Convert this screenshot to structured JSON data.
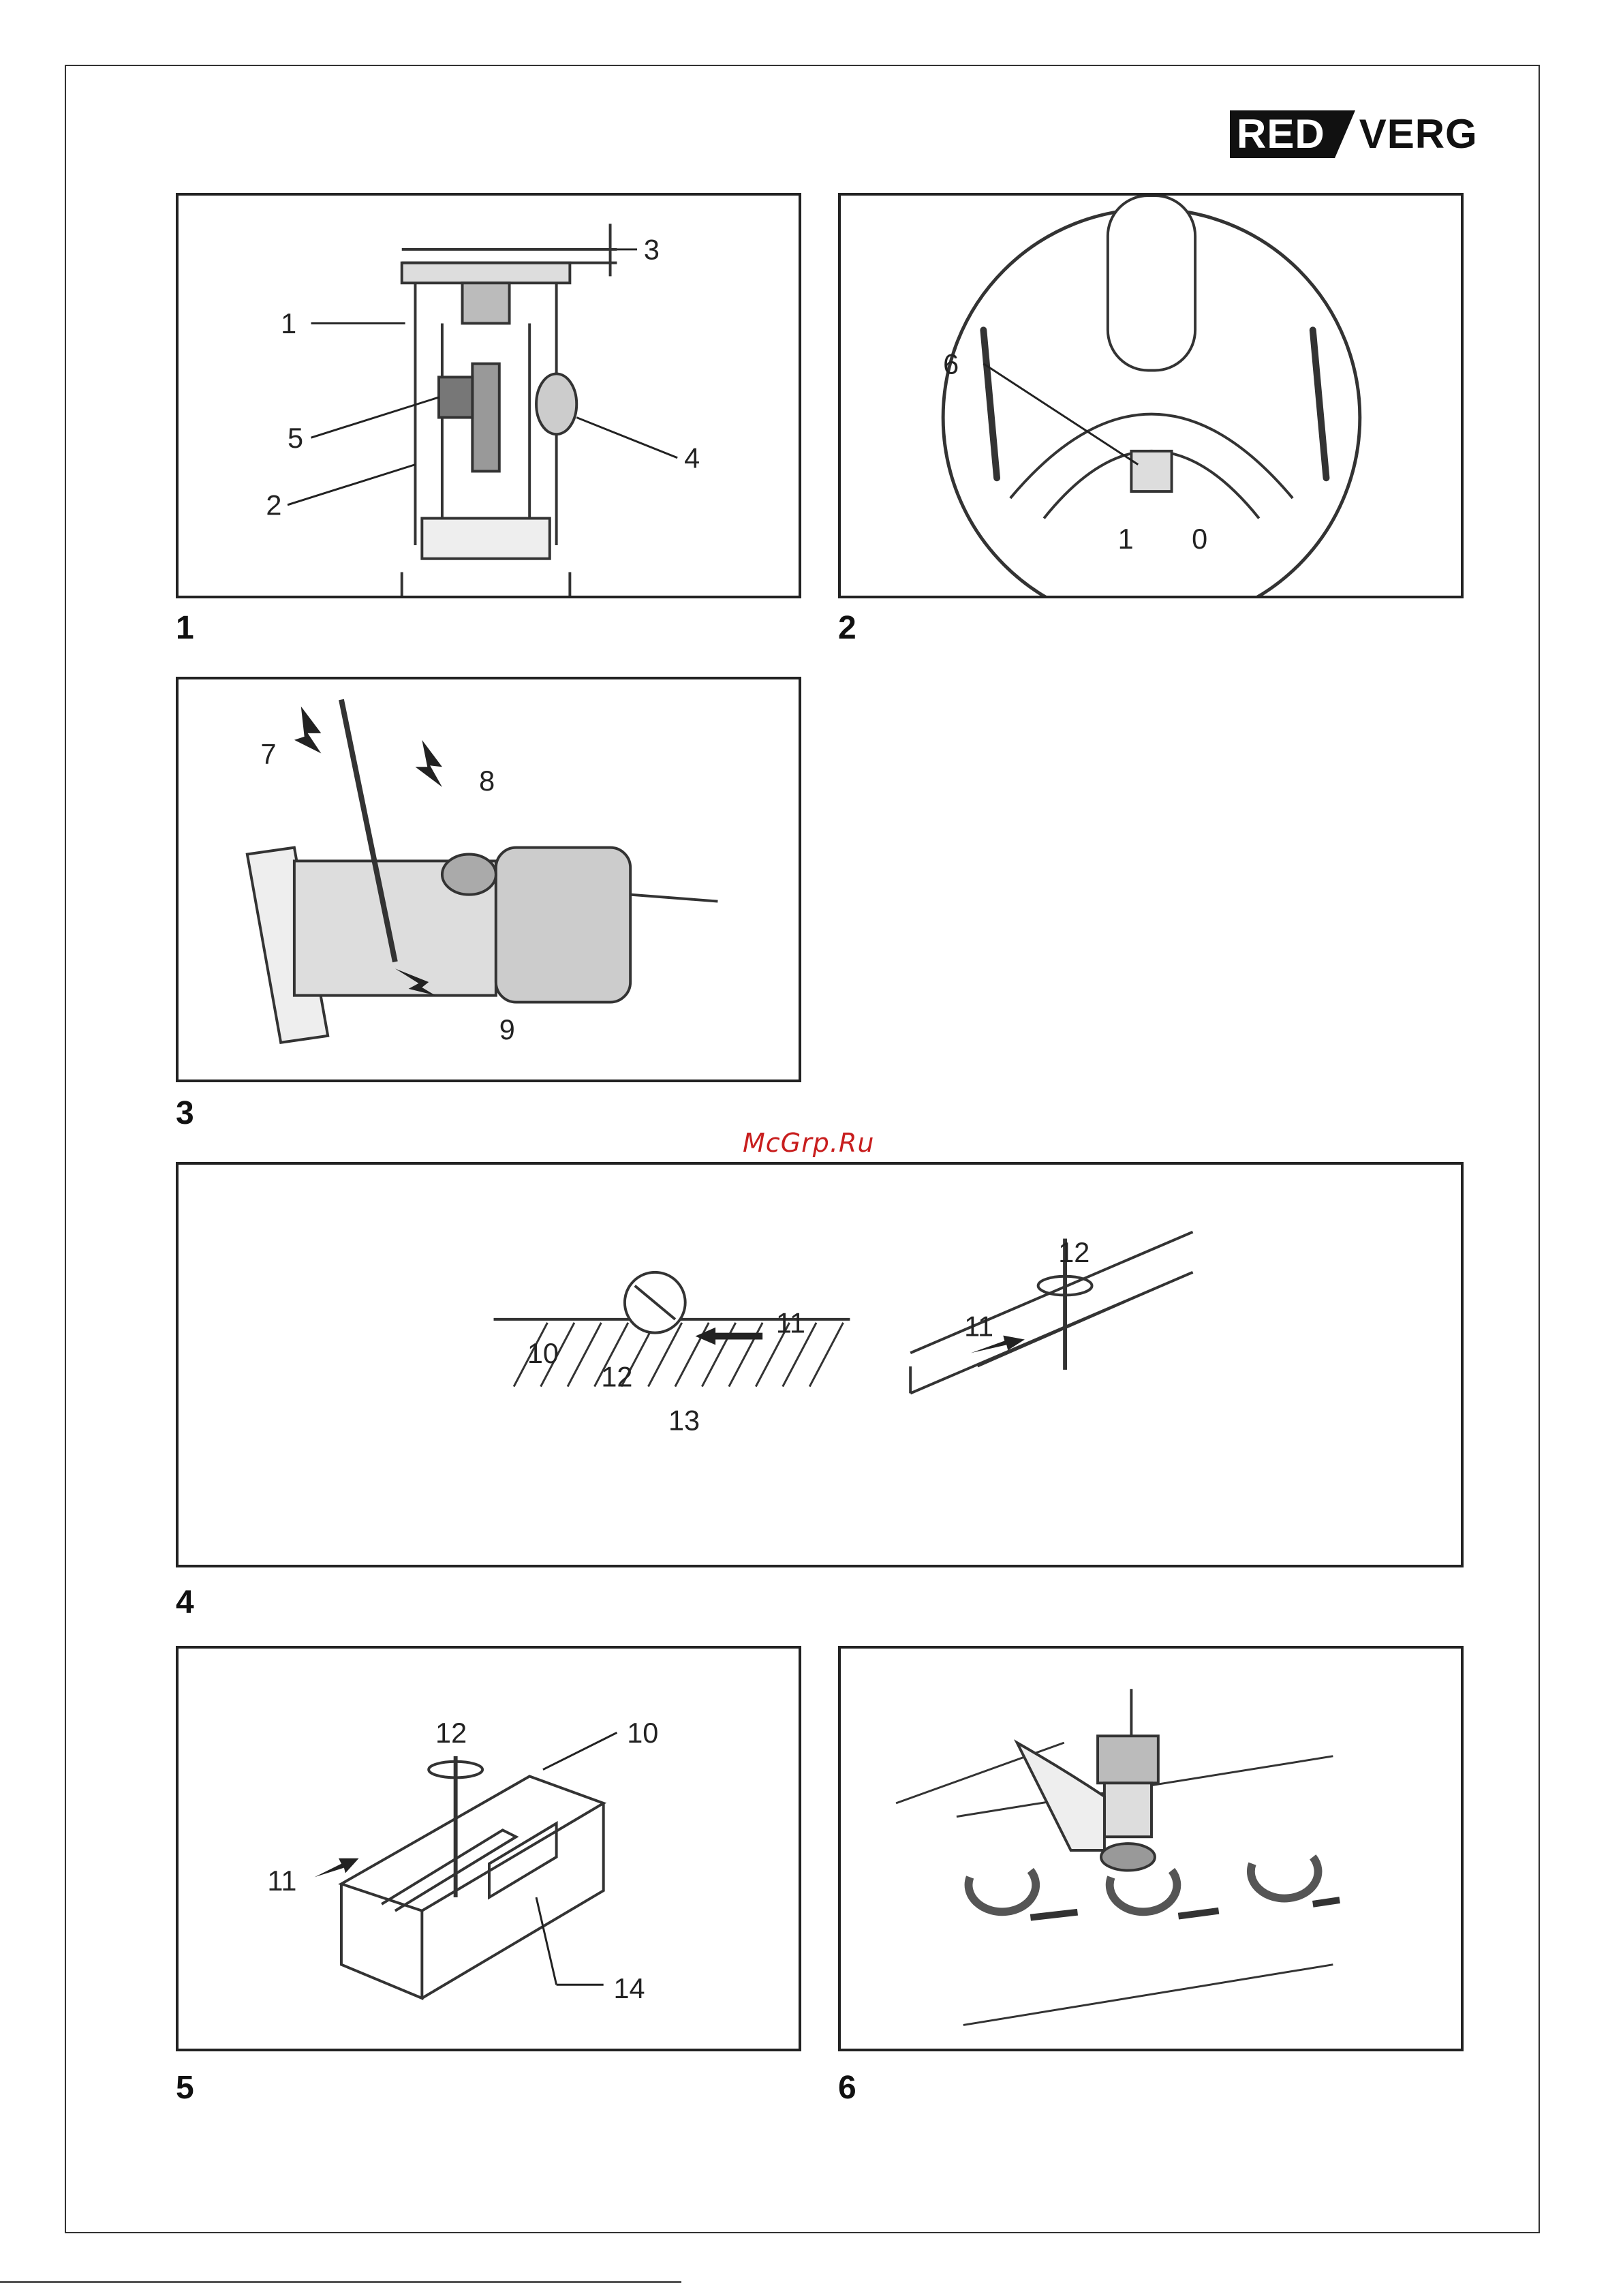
{
  "brand": {
    "left": "RED",
    "right": "VERG"
  },
  "watermark": "McGrp.Ru",
  "figures": [
    {
      "caption": "1",
      "callouts": [
        "1",
        "2",
        "3",
        "4",
        "5"
      ]
    },
    {
      "caption": "2",
      "callouts": [
        "6"
      ],
      "switch_marks": [
        "1",
        "0"
      ]
    },
    {
      "caption": "3",
      "callouts": [
        "7",
        "8",
        "9"
      ]
    },
    {
      "caption": "4",
      "callouts": [
        "10",
        "11",
        "12",
        "13",
        "11",
        "12"
      ]
    },
    {
      "caption": "5",
      "callouts": [
        "10",
        "11",
        "12",
        "14"
      ]
    },
    {
      "caption": "6",
      "callouts": []
    }
  ]
}
